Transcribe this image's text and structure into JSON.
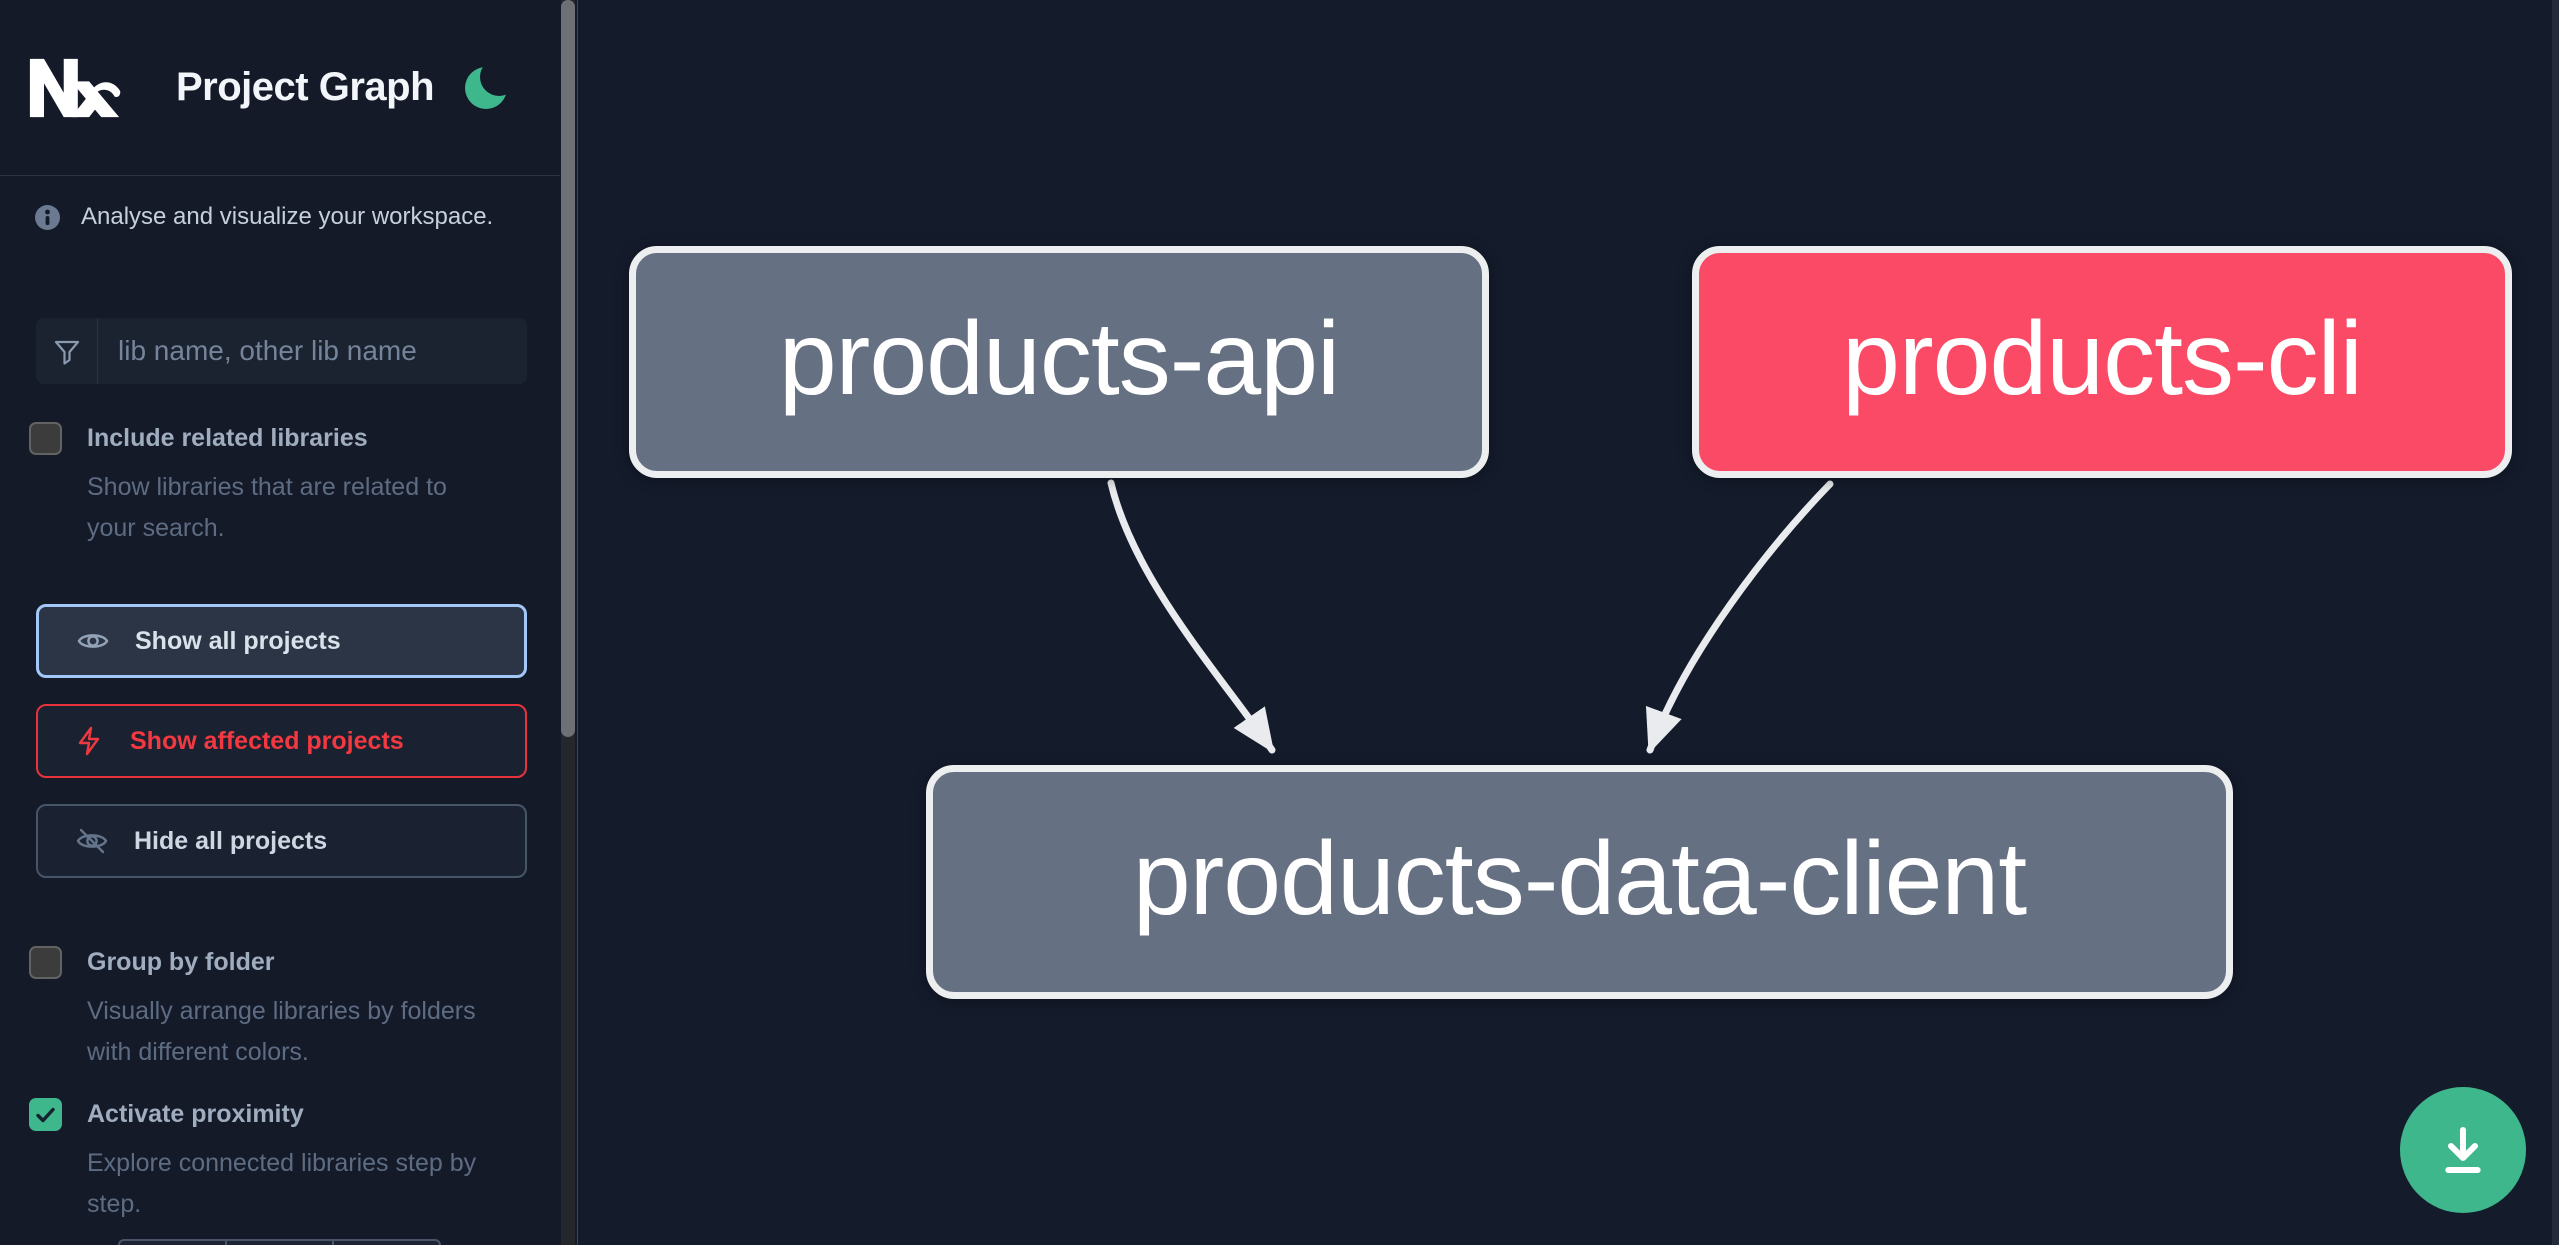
{
  "header": {
    "logo": "Nx",
    "title": "Project Graph"
  },
  "sidebar": {
    "tagline": "Analyse and visualize your workspace.",
    "search": {
      "placeholder": "lib name, other lib name",
      "value": ""
    },
    "options": [
      {
        "label": "Include related libraries",
        "description": "Show libraries that are related to your search.",
        "checked": false
      },
      {
        "label": "Group by folder",
        "description": "Visually arrange libraries by folders with different colors.",
        "checked": false
      },
      {
        "label": "Activate proximity",
        "description": "Explore connected libraries step by step.",
        "checked": true
      }
    ],
    "actions": [
      {
        "label": "Show all projects",
        "icon": "eye-icon",
        "state": "focused"
      },
      {
        "label": "Show affected projects",
        "icon": "bolt-icon",
        "state": "affected"
      },
      {
        "label": "Hide all projects",
        "icon": "eye-slash-icon",
        "state": "default"
      }
    ]
  },
  "graph": {
    "nodes": [
      {
        "label": "products-api",
        "type": "project"
      },
      {
        "label": "products-cli",
        "type": "affected"
      },
      {
        "label": "products-data-client",
        "type": "project"
      }
    ],
    "edges": [
      {
        "from": "products-api",
        "to": "products-data-client"
      },
      {
        "from": "products-cli",
        "to": "products-data-client"
      }
    ]
  },
  "theme": {
    "canvas_bg": "#141b2b",
    "sidebar_bg": "#151a29",
    "accent_green": "#3fb78c",
    "affected_pink": "#fb4a65",
    "node_gray": "#667083",
    "node_border": "#eceef0",
    "edge_color": "#e9ebee",
    "focus_blue": "#a3c7f7",
    "alert_red": "#f0383f"
  }
}
